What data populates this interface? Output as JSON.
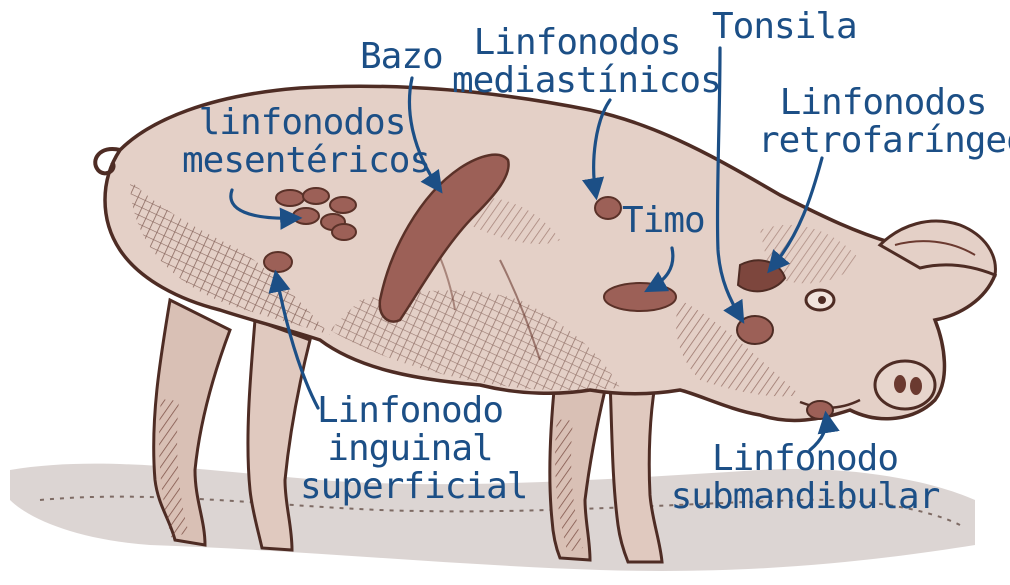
{
  "colors": {
    "label": "#1c4f86",
    "arrow": "#1c4f86",
    "body": "#e4d0c7",
    "outline": "#4e2c24",
    "hatch": "#6b3a30",
    "organ": "#9c6057",
    "organ_dark": "#7d463d",
    "ground": "#7e6b64"
  },
  "labels": {
    "bazo": "Bazo",
    "linf_mediastinicos": [
      "Linfonodos",
      "mediastínicos"
    ],
    "tonsila": "Tonsila",
    "linf_retrofaringeos": [
      "Linfonodos",
      "retrofaríngeos"
    ],
    "linf_mesentericos": [
      "linfonodos",
      "mesentéricos"
    ],
    "timo": "Timo",
    "linf_inguinal": [
      "Linfonodo",
      "inguinal",
      "superficial"
    ],
    "linf_submandibular": [
      "Linfonodo",
      "submandibular"
    ]
  }
}
